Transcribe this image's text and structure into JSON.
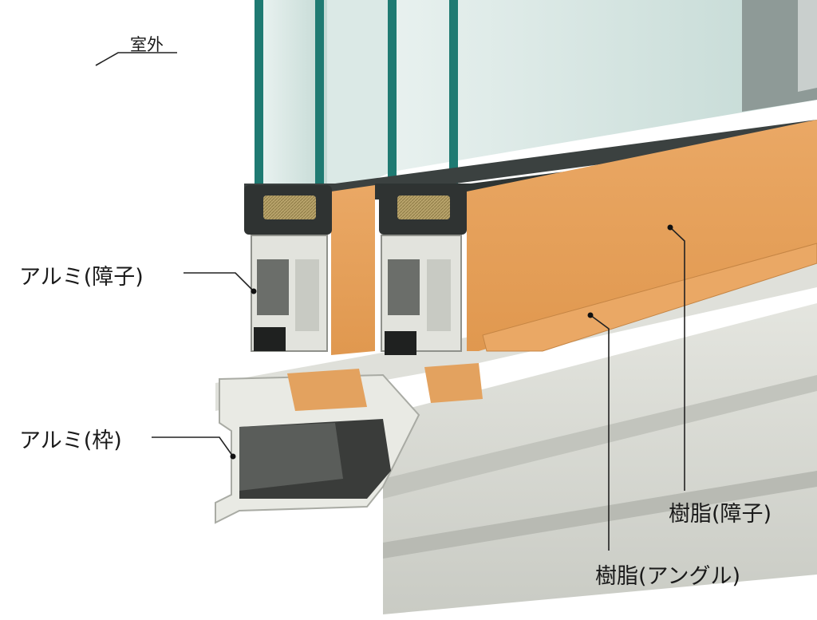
{
  "labels": {
    "outdoor": "室外",
    "aluminum_sash": "アルミ(障子)",
    "aluminum_frame": "アルミ(枠)",
    "resin_sash": "樹脂(障子)",
    "resin_angle": "樹脂(アングル)"
  },
  "colors": {
    "glass_edge": "#1f7a72",
    "glass_pane": "#cfe3df",
    "resin": "#e6a766",
    "aluminum": "#d7d8d2",
    "spacer": "#3a3d3c",
    "desiccant": "#b7a06a"
  }
}
